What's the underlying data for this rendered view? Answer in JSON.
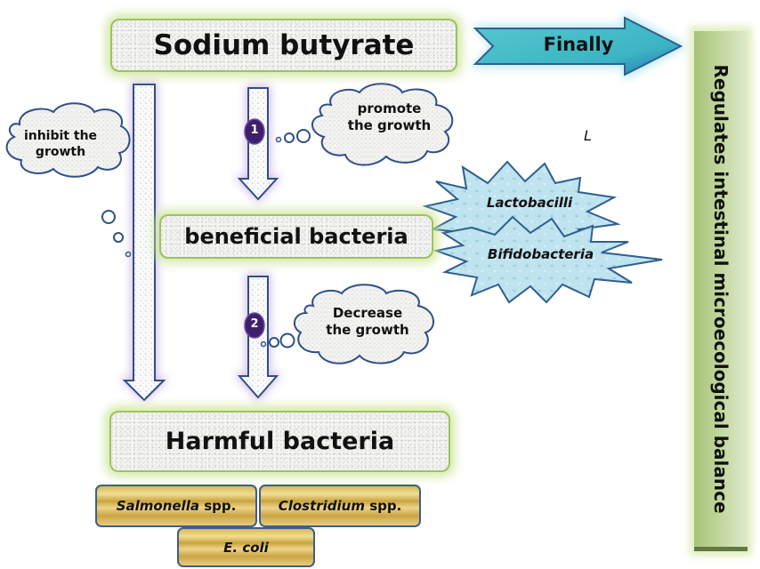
{
  "diagram": {
    "source": {
      "label": "Sodium butyrate"
    },
    "beneficial": {
      "label": "beneficial bacteria",
      "species": [
        "Lactobacilli",
        "Bifidobacteria"
      ]
    },
    "harmful": {
      "label": "Harmful bacteria",
      "species": [
        {
          "italic": "Salmonella",
          "suffix": " spp."
        },
        {
          "italic": "Clostridium",
          "suffix": " spp."
        },
        {
          "italic": "E. coli",
          "suffix": ""
        }
      ]
    },
    "clouds": {
      "inhibit": [
        "inhibit the",
        "growth"
      ],
      "promote": [
        "promote",
        "the growth"
      ],
      "decrease": [
        "Decrease",
        "the growth"
      ]
    },
    "steps": {
      "step1": "1",
      "step2": "2"
    },
    "finally_label": "Finally",
    "outcome": "Regulates intestinal microecological balance",
    "stray_mark": "L"
  },
  "colors": {
    "box_border": "#9cc35c",
    "box_glow": "#cde496",
    "arrow_outline": "#2f4f86",
    "arrow_glow": "#b9a3d6",
    "badge": "#3f1f6b",
    "finally_arrow": "#3fbcc8",
    "burst_fill": "#bfe3ef",
    "gold": "#d7b955",
    "outcome_bar": "#b7cf8c"
  }
}
